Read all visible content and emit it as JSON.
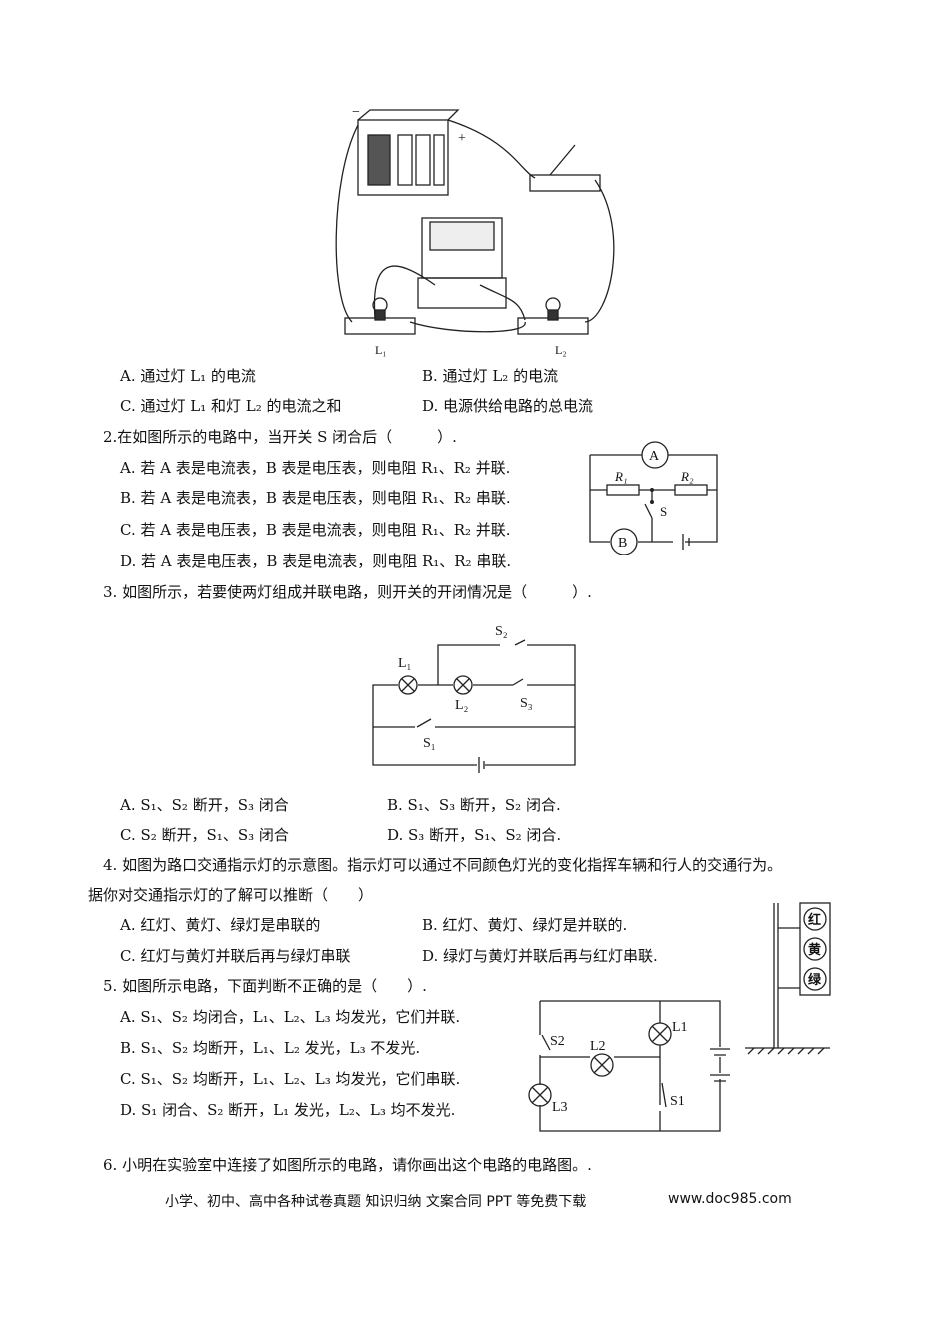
{
  "q1": {
    "figure_labels": {
      "l1": "L₁",
      "l2": "L₂",
      "minus": "−",
      "plus": "+"
    },
    "options": [
      "A. 通过灯 L₁ 的电流",
      "B. 通过灯 L₂ 的电流",
      "C. 通过灯 L₁ 和灯 L₂ 的电流之和",
      "D. 电源供给电路的总电流"
    ]
  },
  "q2": {
    "stem": "2.在如图所示的电路中，当开关 S 闭合后（　　　）.",
    "options": [
      "A. 若 A 表是电流表，B 表是电压表，则电阻 R₁、R₂ 并联.",
      "B. 若 A 表是电流表，B 表是电压表，则电阻 R₁、R₂ 串联.",
      "C. 若 A 表是电压表，B 表是电流表，则电阻 R₁、R₂ 并联.",
      "D. 若 A 表是电压表，B 表是电流表，则电阻 R₁、R₂ 串联."
    ],
    "figure_labels": {
      "a": "A",
      "b": "B",
      "r1": "R₁",
      "r2": "R₂",
      "s": "S"
    }
  },
  "q3": {
    "stem": "3. 如图所示，若要使两灯组成并联电路，则开关的开闭情况是（　　　）.",
    "figure_labels": {
      "l1": "L₁",
      "l2": "L₂",
      "s1": "S₁",
      "s2": "S₂",
      "s3": "S₃"
    },
    "options": [
      "A. S₁、S₂ 断开，S₃ 闭合",
      "B. S₁、S₃ 断开，S₂ 闭合.",
      "C. S₂ 断开，S₁、S₃ 闭合",
      "D. S₃ 断开，S₁、S₂ 闭合."
    ]
  },
  "q4": {
    "stem_line1": "4. 如图为路口交通指示灯的示意图。指示灯可以通过不同颜色灯光的变化指挥车辆和行人的交通行为。",
    "stem_line2": "据你对交通指示灯的了解可以推断（　　）",
    "options": [
      "A. 红灯、黄灯、绿灯是串联的",
      "B. 红灯、黄灯、绿灯是并联的.",
      "C. 红灯与黄灯并联后再与绿灯串联",
      "D. 绿灯与黄灯并联后再与红灯串联."
    ],
    "figure_labels": {
      "red": "红",
      "yellow": "黄",
      "green": "绿"
    }
  },
  "q5": {
    "stem": "5. 如图所示电路，下面判断不正确的是（　　）.",
    "options": [
      "A. S₁、S₂ 均闭合，L₁、L₂、L₃ 均发光，它们并联.",
      "B. S₁、S₂ 均断开，L₁、L₂ 发光，L₃ 不发光.",
      "C. S₁、S₂ 均断开，L₁、L₂、L₃ 均发光，它们串联.",
      "D. S₁ 闭合、S₂ 断开，L₁ 发光，L₂、L₃ 均不发光."
    ],
    "figure_labels": {
      "l1": "L1",
      "l2": "L2",
      "l3": "L3",
      "s1": "S1",
      "s2": "S2"
    }
  },
  "q6": {
    "stem": "6. 小明在实验室中连接了如图所示的电路，请你画出这个电路的电路图。."
  },
  "footer": {
    "text": "小学、初中、高中各种试卷真题  知识归纳  文案合同  PPT 等免费下载",
    "site": "www.doc985.com"
  }
}
